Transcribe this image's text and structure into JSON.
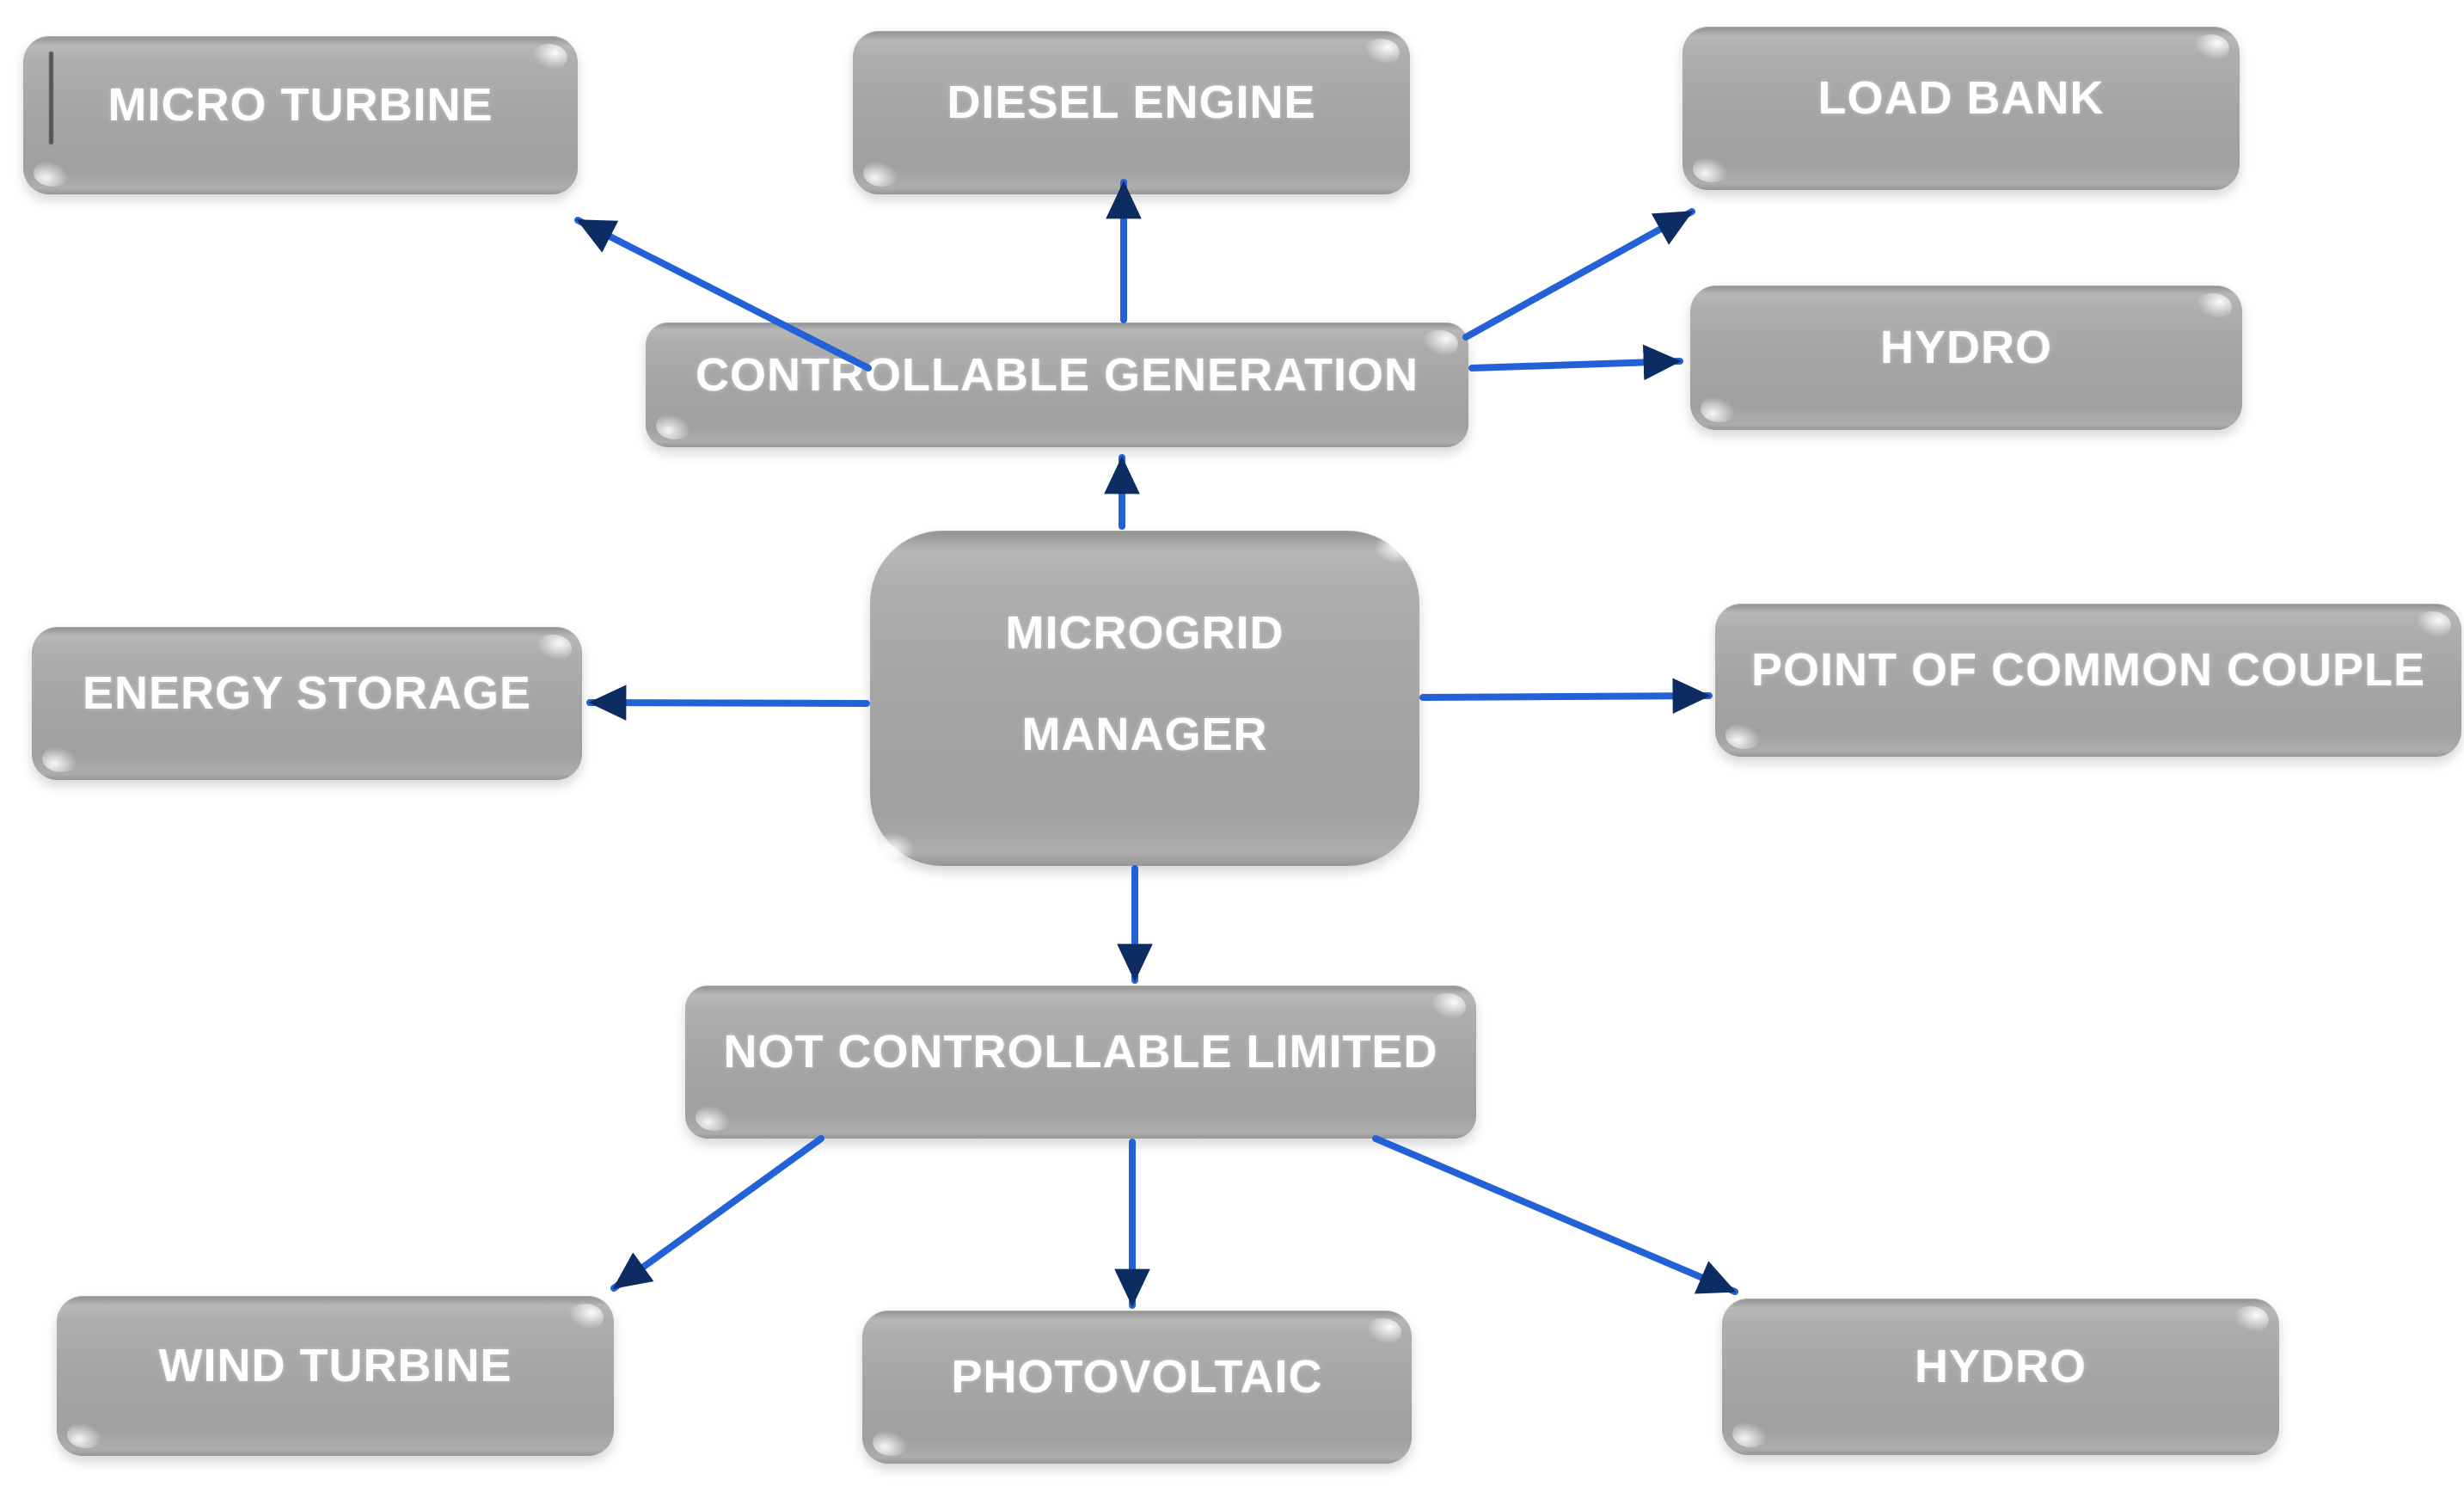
{
  "diagram": {
    "colors": {
      "background": "#ffffff",
      "box_fill": "#a5a5a5",
      "box_text": "#fefefe",
      "arrow_shaft": "#2262d6",
      "arrow_head": "#0c2c62"
    },
    "nodes": {
      "micro_turbine": {
        "label": "MICRO TURBINE"
      },
      "diesel_engine": {
        "label": "DIESEL ENGINE"
      },
      "load_bank": {
        "label": "LOAD BANK"
      },
      "controllable_generation": {
        "label": "CONTROLLABLE GENERATION"
      },
      "hydro_top": {
        "label": "HYDRO"
      },
      "energy_storage": {
        "label": "ENERGY STORAGE"
      },
      "microgrid_manager": {
        "label": "MICROGRID MANAGER",
        "lines": [
          "MICROGRID",
          "MANAGER"
        ]
      },
      "point_of_common_couple": {
        "label": "POINT OF COMMON COUPLE"
      },
      "not_controllable_limited": {
        "label": "NOT CONTROLLABLE LIMITED"
      },
      "wind_turbine": {
        "label": "WIND TURBINE"
      },
      "photovoltaic": {
        "label": "PHOTOVOLTAIC"
      },
      "hydro_bottom": {
        "label": "HYDRO"
      }
    },
    "edges": [
      {
        "from": "CONTROLLABLE GENERATION",
        "to": "MICRO TURBINE"
      },
      {
        "from": "CONTROLLABLE GENERATION",
        "to": "DIESEL ENGINE"
      },
      {
        "from": "CONTROLLABLE GENERATION",
        "to": "LOAD BANK"
      },
      {
        "from": "CONTROLLABLE GENERATION",
        "to": "HYDRO"
      },
      {
        "from": "MICROGRID MANAGER",
        "to": "CONTROLLABLE GENERATION"
      },
      {
        "from": "MICROGRID MANAGER",
        "to": "ENERGY STORAGE"
      },
      {
        "from": "MICROGRID MANAGER",
        "to": "POINT OF COMMON COUPLE"
      },
      {
        "from": "MICROGRID MANAGER",
        "to": "NOT CONTROLLABLE LIMITED"
      },
      {
        "from": "NOT CONTROLLABLE LIMITED",
        "to": "WIND TURBINE"
      },
      {
        "from": "NOT CONTROLLABLE LIMITED",
        "to": "PHOTOVOLTAIC"
      },
      {
        "from": "NOT CONTROLLABLE LIMITED",
        "to": "HYDRO"
      }
    ]
  }
}
